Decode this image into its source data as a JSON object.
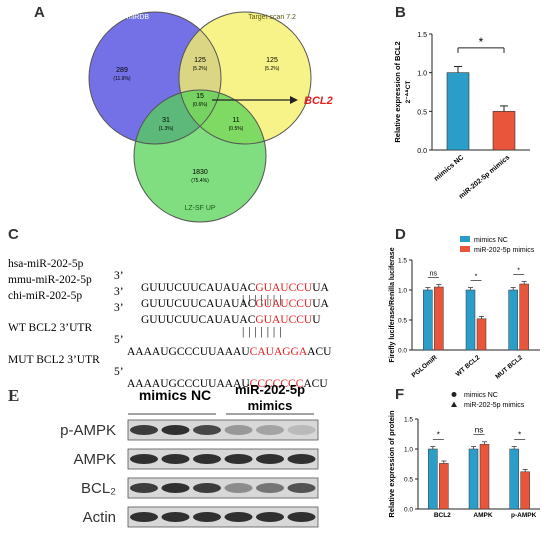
{
  "panelA": {
    "letter": "A",
    "sets": [
      {
        "name": "miRDB",
        "color": "#4b44c8"
      },
      {
        "name": "Target scan 7.2",
        "color": "#7a7a10"
      },
      {
        "name": "LZ-SF UP",
        "color": "#1a6b1a"
      }
    ],
    "regions": [
      {
        "count": "289",
        "pct": "(11.9%)"
      },
      {
        "count": "125",
        "pct": "(5.2%)"
      },
      {
        "count": "125",
        "pct": "(5.2%)"
      },
      {
        "count": "15",
        "pct": "(0.6%)"
      },
      {
        "count": "31",
        "pct": "(1.3%)"
      },
      {
        "count": "11",
        "pct": "(0.5%)"
      },
      {
        "count": "1830",
        "pct": "(75.4%)"
      }
    ],
    "target_label": "BCL2"
  },
  "panelB": {
    "letter": "B",
    "ylabel": "Relative expression of BCL2",
    "ylabel2": "2⁻ᐞᐞCT",
    "sig": "*",
    "chart_data": {
      "type": "bar",
      "categories": [
        "mimics NC",
        "miR-202-5p mimics"
      ],
      "values": [
        1.0,
        0.5
      ],
      "errors": [
        0.08,
        0.07
      ],
      "ylim": [
        0,
        1.5
      ],
      "yticks": [
        "0.0",
        "0.5",
        "1.0",
        "1.5"
      ],
      "colors": [
        "#2a9ec8",
        "#e8553a"
      ]
    }
  },
  "panelC": {
    "letter": "C",
    "rows": [
      {
        "name": "hsa-miR-202-5p",
        "dir": "3’",
        "seq_black": "GUUUCUUCAUAUAC",
        "seq_red": "GUAUCCU",
        "seq_tail": "UA"
      },
      {
        "name": "mmu-miR-202-5p",
        "dir": "3’",
        "seq_black": "GUUUCUUCAUAUAC",
        "seq_red": "GUAUCCU",
        "seq_tail": "UA"
      },
      {
        "name": "chi-miR-202-5p",
        "dir": "3’",
        "seq_black": "GUUUCUUCAUAUAC",
        "seq_red": "GUAUCCU",
        "seq_tail": "U"
      },
      {
        "name": "WT BCL2 3’UTR",
        "dir": "5’",
        "seq_black": "AAAAUGCCCUUAAAU",
        "seq_red": "CAUAGGA",
        "seq_tail": "ACU"
      },
      {
        "name": "MUT BCL2 3’UTR",
        "dir": "5’",
        "seq_black": "AAAAUGCCCUUAAAU",
        "seq_red": "CCCCCCC",
        "seq_tail": "ACU"
      }
    ],
    "pairing": "| | | | | | |"
  },
  "panelD": {
    "letter": "D",
    "ylabel": "Firefly luciferase/Renilla luciferase",
    "legend": [
      "mimics NC",
      "miR-202-5p mimics"
    ],
    "sig_labels": [
      "ns",
      "*",
      "*"
    ],
    "chart_data": {
      "type": "bar",
      "categories": [
        "PGLOmiR",
        "WT BCL2",
        "MUT BCL2"
      ],
      "series": [
        {
          "name": "mimics NC",
          "values": [
            1.0,
            1.0,
            1.0
          ]
        },
        {
          "name": "miR-202-5p mimics",
          "values": [
            1.05,
            0.52,
            1.1
          ]
        }
      ],
      "ylim": [
        0,
        1.5
      ],
      "yticks": [
        "0.0",
        "0.5",
        "1.0",
        "1.5"
      ],
      "colors": [
        "#2a9ec8",
        "#e8553a"
      ]
    }
  },
  "panelE": {
    "letter": "E",
    "group1": "mimics NC",
    "group2_line1": "miR-202-5p",
    "group2_line2": "mimics",
    "bands": [
      {
        "label": "p-AMPK",
        "intensities": [
          0.85,
          0.9,
          0.8,
          0.45,
          0.4,
          0.3
        ]
      },
      {
        "label": "AMPK",
        "intensities": [
          0.9,
          0.9,
          0.9,
          0.9,
          0.9,
          0.9
        ]
      },
      {
        "label": "BCL₂",
        "intensities": [
          0.85,
          0.9,
          0.85,
          0.5,
          0.6,
          0.75
        ]
      },
      {
        "label": "Actin",
        "intensities": [
          0.9,
          0.9,
          0.9,
          0.9,
          0.9,
          0.9
        ]
      }
    ]
  },
  "panelF": {
    "letter": "F",
    "ylabel": "Relative expression of protein",
    "legend": [
      "mimics NC",
      "miR-202-5p mimics"
    ],
    "sig_labels": [
      "*",
      "ns",
      "*"
    ],
    "chart_data": {
      "type": "bar",
      "categories": [
        "BCL2",
        "AMPK",
        "p-AMPK"
      ],
      "series": [
        {
          "name": "mimics NC",
          "values": [
            1.0,
            1.0,
            1.0
          ]
        },
        {
          "name": "miR-202-5p mimics",
          "values": [
            0.76,
            1.08,
            0.62
          ]
        }
      ],
      "ylim": [
        0,
        1.5
      ],
      "yticks": [
        "0.0",
        "0.5",
        "1.0",
        "1.5"
      ],
      "colors": [
        "#2a9ec8",
        "#e8553a"
      ]
    }
  }
}
